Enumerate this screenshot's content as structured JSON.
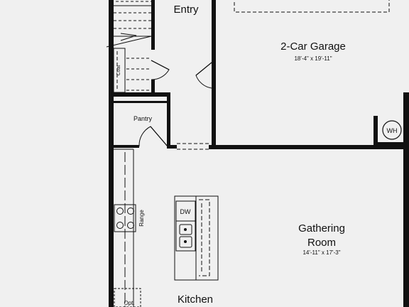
{
  "rooms": {
    "entry": {
      "name": "Entry"
    },
    "garage": {
      "name": "2-Car Garage",
      "dims": "18'-4\" x 19'-11\""
    },
    "gathering": {
      "name_line1": "Gathering",
      "name_line2": "Room",
      "dims": "14'-11\" x 17'-3\""
    },
    "kitchen": {
      "name": "Kitchen"
    },
    "pantry": {
      "name": "Pantry"
    },
    "coat": {
      "name": "Coat"
    }
  },
  "fixtures": {
    "water_heater": "WH",
    "dishwasher": "DW",
    "range": "Range",
    "optional": "Opt."
  },
  "colors": {
    "wall": "#111111",
    "background": "#f0f0f0"
  }
}
